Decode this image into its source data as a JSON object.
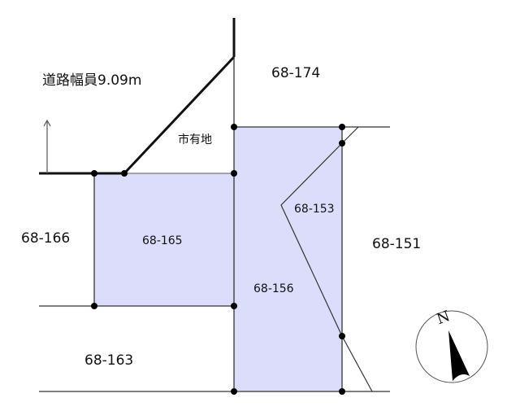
{
  "colors": {
    "parcel_fill": "#dcdcfb",
    "line": "#222222",
    "thin_line": "#444444",
    "dot": "#000000",
    "background": "#ffffff"
  },
  "road": {
    "label": "道路幅員9.09m",
    "arrow": "up-arrow"
  },
  "labels": {
    "city_land": "市有地",
    "p68_174": "68-174",
    "p68_166": "68-166",
    "p68_165": "68-165",
    "p68_163": "68-163",
    "p68_153": "68-153",
    "p68_156": "68-156",
    "p68_151": "68-151"
  },
  "compass": {
    "letter": "N"
  },
  "highlighted_parcels": [
    "68-165",
    "68-156",
    "68-153"
  ]
}
